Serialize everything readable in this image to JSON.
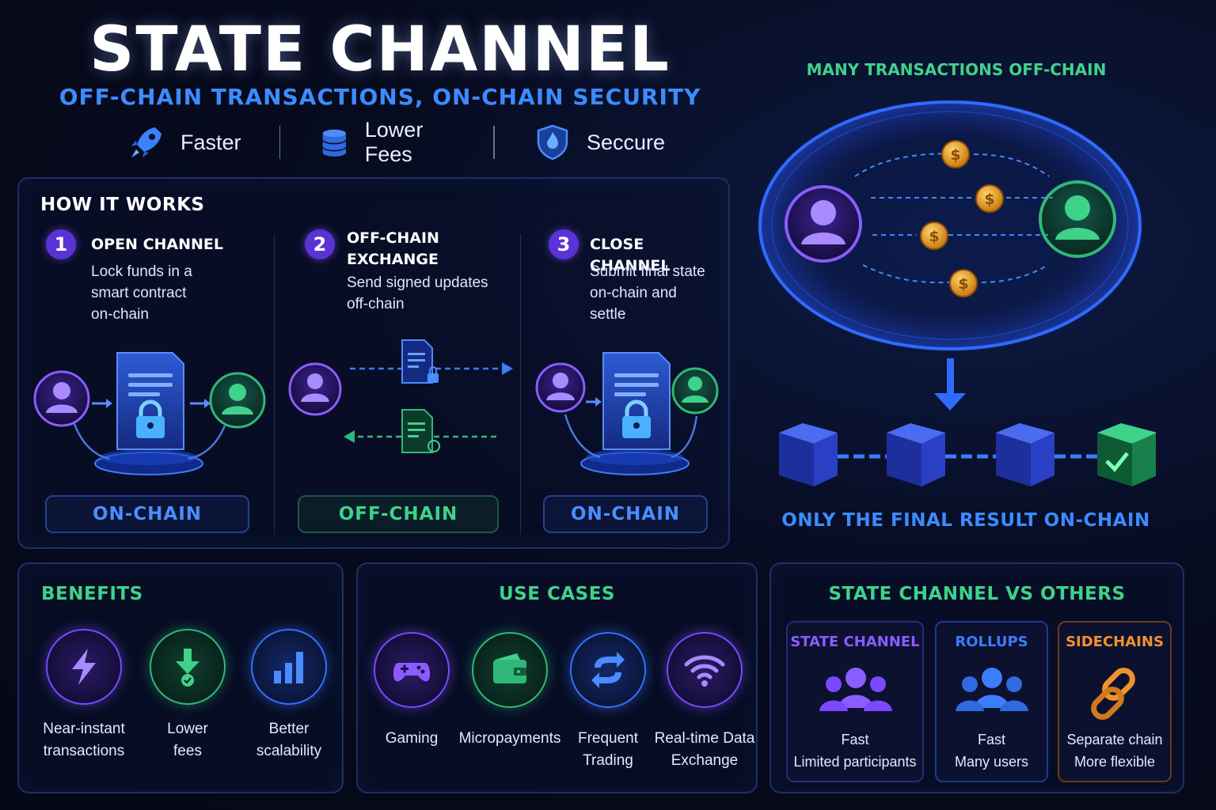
{
  "header": {
    "title": "STATE CHANNEL",
    "subtitle": "OFF-CHAIN TRANSACTIONS, ON-CHAIN SECURITY",
    "features": [
      {
        "label": "Faster",
        "icon": "rocket-icon"
      },
      {
        "label": "Lower Fees",
        "icon": "coin-stack-icon"
      },
      {
        "label": "Seccure",
        "icon": "shield-icon"
      }
    ]
  },
  "how_it_works": {
    "title": "HOW IT WORKS",
    "steps": [
      {
        "number": "1",
        "title": "OPEN CHANNEL",
        "desc": [
          "Lock funds in a",
          "smart contract",
          "on-chain"
        ],
        "badge": "ON-CHAIN"
      },
      {
        "number": "2",
        "title": [
          "OFF-CHAIN",
          "EXCHANGE"
        ],
        "desc": [
          "Send signed updates",
          "off-chain"
        ],
        "badge": "OFF-CHAIN"
      },
      {
        "number": "3",
        "title": "CLOSE CHANNEL",
        "desc": [
          "Submit final state",
          "on-chain and",
          "settle"
        ],
        "badge": "ON-CHAIN"
      }
    ]
  },
  "channel_diagram": {
    "top_label": "MANY TRANSACTIONS OFF-CHAIN",
    "coin_symbol": "$",
    "bottom_label": "ONLY THE FINAL RESULT ON-CHAIN",
    "block_count": 4
  },
  "benefits": {
    "title": "BENEFITS",
    "items": [
      {
        "label": [
          "Near-instant",
          "transactions"
        ],
        "icon": "lightning-icon"
      },
      {
        "label": [
          "Lower",
          "fees"
        ],
        "icon": "down-arrow-coin-icon"
      },
      {
        "label": [
          "Better",
          "scalability"
        ],
        "icon": "bar-chart-icon"
      }
    ]
  },
  "use_cases": {
    "title": "USE CASES",
    "items": [
      {
        "label": [
          "Gaming"
        ],
        "icon": "gamepad-icon"
      },
      {
        "label": [
          "Micropayments"
        ],
        "icon": "wallet-icon"
      },
      {
        "label": [
          "Frequent",
          "Trading"
        ],
        "icon": "exchange-arrows-icon"
      },
      {
        "label": [
          "Real-time Data",
          "Exchange"
        ],
        "icon": "wifi-icon"
      }
    ]
  },
  "comparison": {
    "title": "STATE CHANNEL VS OTHERS",
    "cards": [
      {
        "title": "STATE CHANNEL",
        "lines": [
          "Fast",
          "Limited participants"
        ],
        "icon": "group-icon",
        "color": "#8b5cff"
      },
      {
        "title": "ROLLUPS",
        "lines": [
          "Fast",
          "Many users"
        ],
        "icon": "group-icon",
        "color": "#3d7bff"
      },
      {
        "title": "SIDECHAINS",
        "lines": [
          "Separate chain",
          "More flexible"
        ],
        "icon": "chain-link-icon",
        "color": "#f0922b"
      }
    ]
  },
  "colors": {
    "purple": "#7a48ff",
    "green": "#2fb878",
    "blue": "#3270ff",
    "orange": "#f0922b",
    "title_blue": "#3d8bff",
    "title_green": "#3fd28a"
  }
}
